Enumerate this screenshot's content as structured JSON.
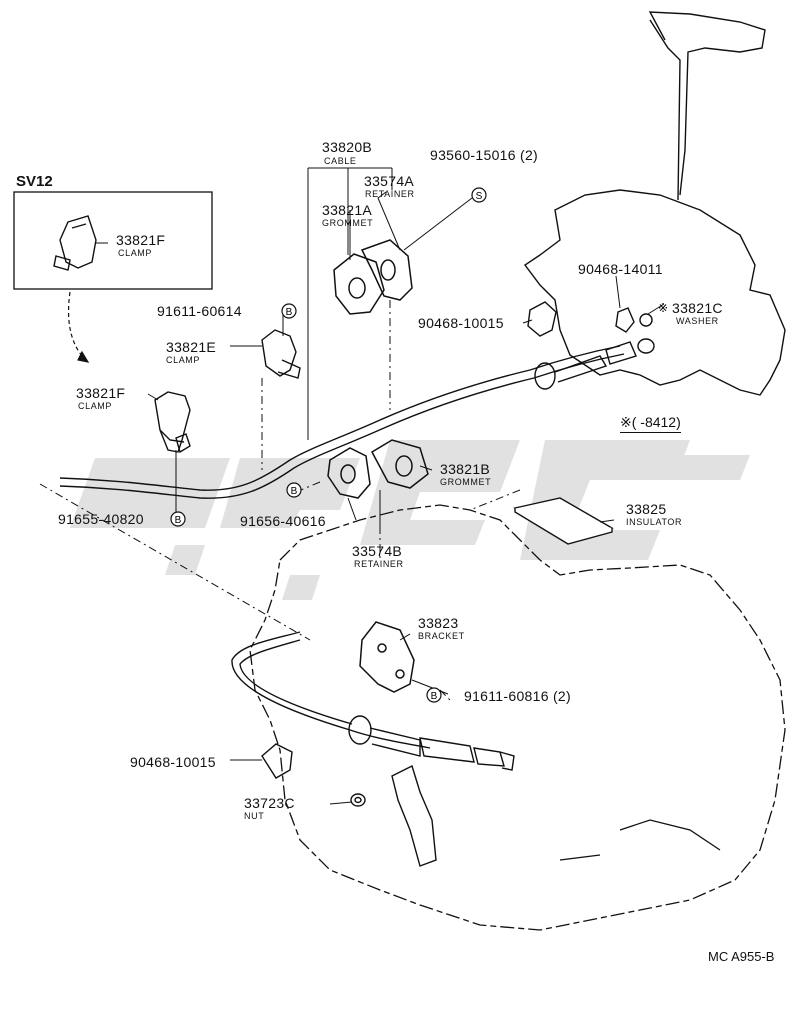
{
  "inset": {
    "label": "SV12"
  },
  "parts": [
    {
      "id": "p1",
      "number": "33820B",
      "desc": "CABLE"
    },
    {
      "id": "p2",
      "number": "33574A",
      "desc": "RETAINER"
    },
    {
      "id": "p3",
      "number": "33821A",
      "desc": "GROMMET"
    },
    {
      "id": "p4",
      "number": "93560-15016 (2)",
      "desc": ""
    },
    {
      "id": "p5",
      "number": "33821F",
      "desc": "CLAMP"
    },
    {
      "id": "p6",
      "number": "91611-60614",
      "desc": ""
    },
    {
      "id": "p7",
      "number": "90468-14011",
      "desc": ""
    },
    {
      "id": "p8",
      "number": "33821C",
      "desc": "WASHER"
    },
    {
      "id": "p9",
      "number": "90468-10015",
      "desc": ""
    },
    {
      "id": "p10",
      "number": "33821E",
      "desc": "CLAMP"
    },
    {
      "id": "p11",
      "number": "33821F",
      "desc": "CLAMP"
    },
    {
      "id": "p12",
      "number": "33821B",
      "desc": "GROMMET"
    },
    {
      "id": "p13",
      "number": "91655-40820",
      "desc": ""
    },
    {
      "id": "p14",
      "number": "91656-40616",
      "desc": ""
    },
    {
      "id": "p15",
      "number": "33825",
      "desc": "INSULATOR"
    },
    {
      "id": "p16",
      "number": "33574B",
      "desc": "RETAINER"
    },
    {
      "id": "p17",
      "number": "33823",
      "desc": "BRACKET"
    },
    {
      "id": "p18",
      "number": "91611-60816 (2)",
      "desc": ""
    },
    {
      "id": "p19",
      "number": "90468-10015",
      "desc": ""
    },
    {
      "id": "p20",
      "number": "33723C",
      "desc": "NUT"
    }
  ],
  "markers": {
    "bolt": "B",
    "screw": "S",
    "note_symbol": "※"
  },
  "note": {
    "text": "※(     -8412)"
  },
  "drawing_code": "MC A955-B",
  "colors": {
    "ink": "#111111",
    "watermark": "#d9d9d9"
  }
}
